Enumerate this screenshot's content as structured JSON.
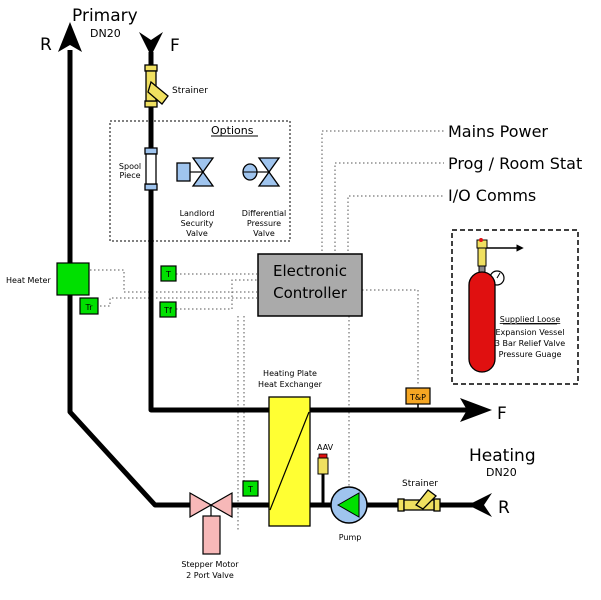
{
  "primary": {
    "title": "Primary",
    "size": "DN20",
    "return_label": "R",
    "flow_label": "F"
  },
  "heating": {
    "title": "Heating",
    "size": "DN20",
    "flow_label": "F",
    "return_label": "R"
  },
  "strainer_primary": "Strainer",
  "strainer_heating": "Strainer",
  "options": {
    "title": "Options",
    "spool_piece": [
      "Spool",
      "Piece"
    ],
    "landlord_valve": [
      "Landlord",
      "Security",
      "Valve"
    ],
    "diff_valve": [
      "Differential",
      "Pressure",
      "Valve"
    ]
  },
  "signals": {
    "mains": "Mains Power",
    "prog": "Prog / Room Stat",
    "io": "I/O Comms"
  },
  "controller": {
    "line1": "Electronic",
    "line2": "Controller"
  },
  "heat_meter": "Heat Meter",
  "sensors": {
    "t": "T",
    "tr": "Tr",
    "tf": "Tf",
    "tp": "T&P"
  },
  "supplied_loose": {
    "lines": [
      "Supplied Loose",
      "Expansion Vessel",
      "3 Bar Relief Valve",
      "Pressure Guage"
    ]
  },
  "plate_hx": [
    "Heating Plate",
    "Heat Exchanger"
  ],
  "aav": "AAV",
  "pump": "Pump",
  "stepper": [
    "Stepper Motor",
    "2 Port Valve"
  ],
  "colors": {
    "sensor_green": "#00e000",
    "strainer_yellow": "#f0e060",
    "hx_yellow": "#ffff33",
    "controller_grey": "#aaaaaa",
    "valve_blue": "#9fc4ee",
    "valve_pink": "#f7b8b8",
    "vessel_red": "#e01010",
    "tp_orange": "#f5a623"
  }
}
